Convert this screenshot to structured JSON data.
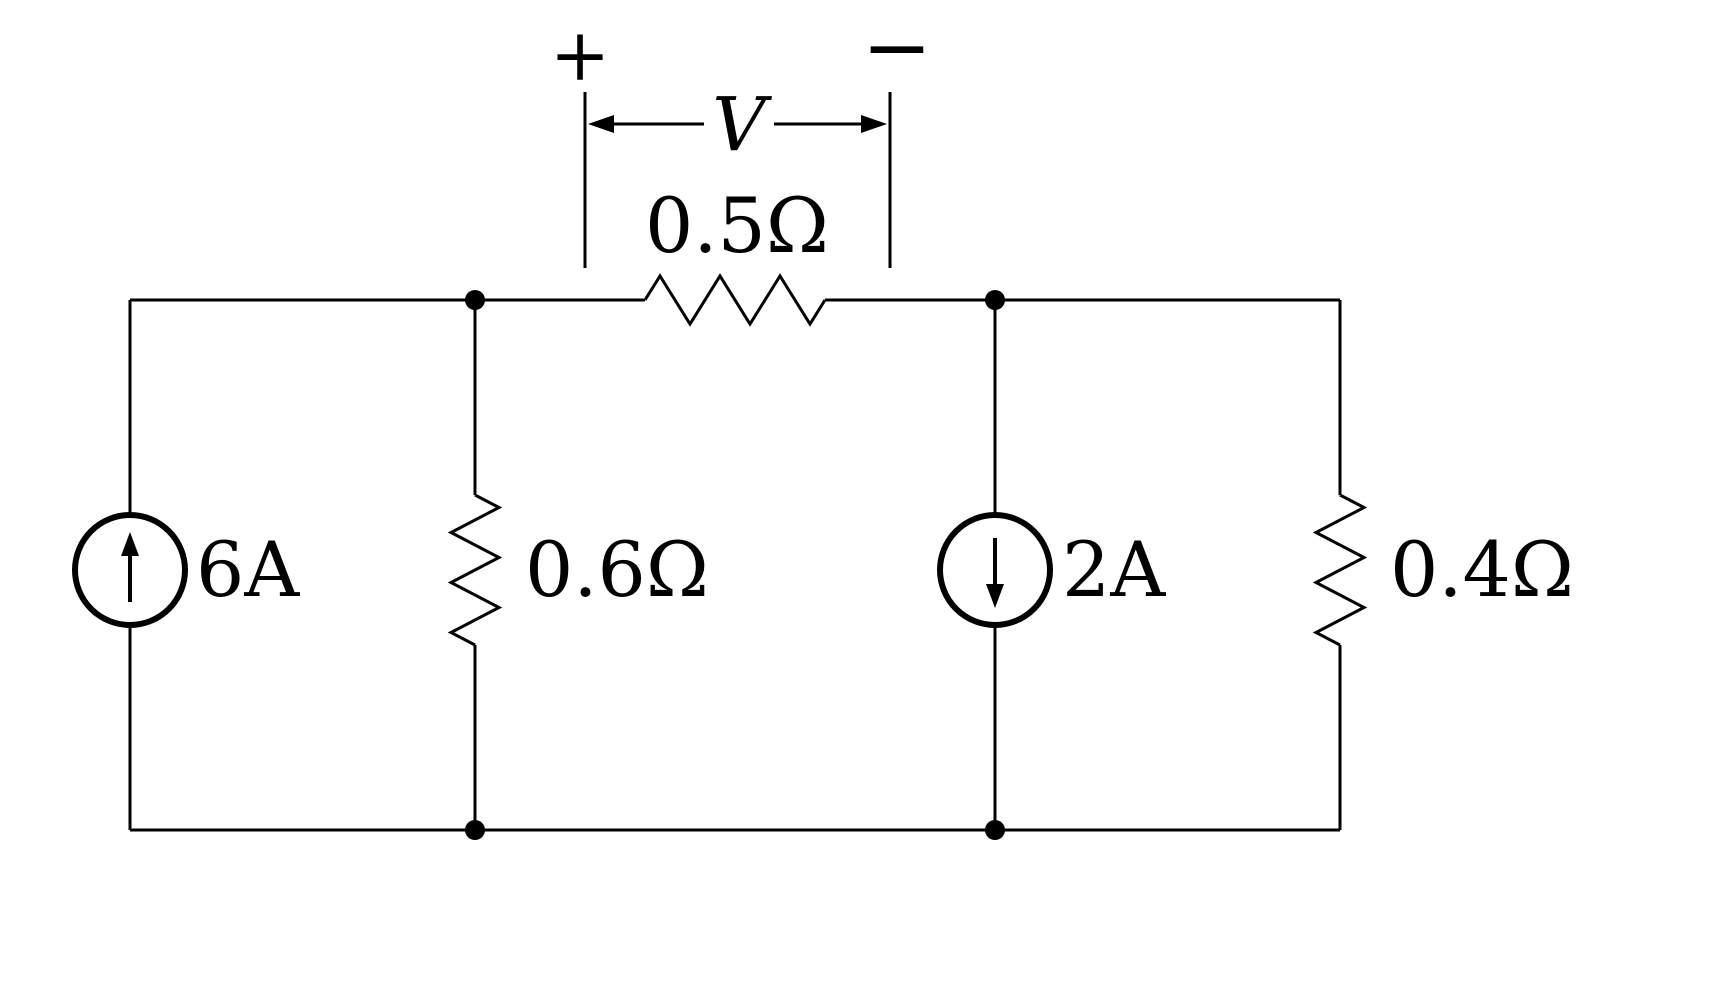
{
  "diagram": {
    "kind": "electrical-circuit-schematic",
    "colors": {
      "background": "#ffffff",
      "stroke": "#000000"
    },
    "labels": {
      "plus": "+",
      "minus": "−",
      "voltage": "V",
      "resistor_top": "0.5Ω",
      "source_left": "6A",
      "resistor_left": "0.6Ω",
      "source_right": "2A",
      "resistor_right": "0.4Ω"
    },
    "components": [
      {
        "id": "source_left",
        "type": "current-source",
        "value": "6A",
        "arrow_direction": "up",
        "position": "left branch"
      },
      {
        "id": "resistor_left",
        "type": "resistor",
        "value": "0.6Ω",
        "orientation": "vertical",
        "position": "middle-left branch"
      },
      {
        "id": "resistor_top",
        "type": "resistor",
        "value": "0.5Ω",
        "orientation": "horizontal",
        "position": "top branch between middle nodes"
      },
      {
        "id": "source_right",
        "type": "current-source",
        "value": "2A",
        "arrow_direction": "down",
        "position": "middle-right branch"
      },
      {
        "id": "resistor_right",
        "type": "resistor",
        "value": "0.4Ω",
        "orientation": "vertical",
        "position": "right branch"
      },
      {
        "id": "voltage_annotation",
        "type": "voltage-label",
        "value": "V",
        "across": "0.5Ω resistor",
        "polarity": "plus on left, minus on right"
      }
    ]
  }
}
